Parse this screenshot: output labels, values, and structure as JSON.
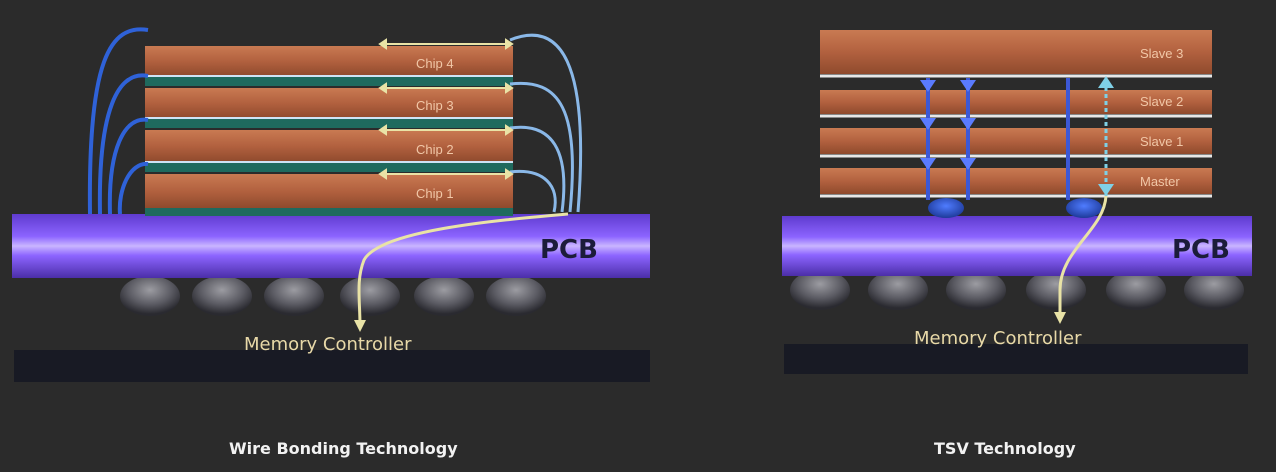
{
  "left": {
    "chips": [
      "Chip 4",
      "Chip 3",
      "Chip 2",
      "Chip 1"
    ],
    "pcb_label": "PCB",
    "controller_label": "Memory Controller",
    "caption": "Wire Bonding Technology"
  },
  "right": {
    "layers": [
      "Slave 3",
      "Slave 2",
      "Slave 1",
      "Master"
    ],
    "pcb_label": "PCB",
    "controller_label": "Memory Controller",
    "caption": "TSV Technology"
  },
  "colors": {
    "background": "#2b2b2b",
    "chip": "#b86a45",
    "pcb": "#8a5cff",
    "wire": "#7fb3e6",
    "signal": "#e9e3a6"
  }
}
